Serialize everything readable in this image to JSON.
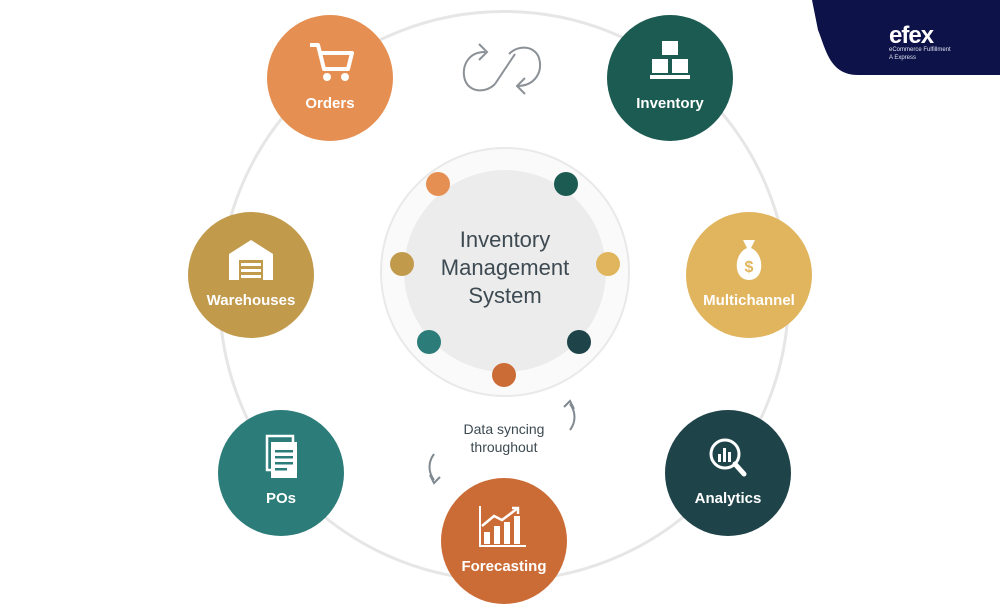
{
  "center": {
    "lines": [
      "Inventory",
      "Management",
      "System"
    ]
  },
  "sync_label": [
    "Data syncing",
    "throughout"
  ],
  "nodes": [
    {
      "label": "Orders",
      "icon": "shopping-cart-icon",
      "color": "#E68F52"
    },
    {
      "label": "Inventory",
      "icon": "boxes-icon",
      "color": "#1B5B51"
    },
    {
      "label": "Multichannel",
      "icon": "money-bag-icon",
      "color": "#E0B55E"
    },
    {
      "label": "Analytics",
      "icon": "magnifier-chart-icon",
      "color": "#1E4349"
    },
    {
      "label": "Forecasting",
      "icon": "growth-chart-icon",
      "color": "#CB6B35"
    },
    {
      "label": "POs",
      "icon": "documents-icon",
      "color": "#2C7C79"
    },
    {
      "label": "Warehouses",
      "icon": "warehouse-icon",
      "color": "#C19A4C"
    }
  ],
  "dots": [
    "#E68F52",
    "#1B5B51",
    "#E0B55E",
    "#1E4349",
    "#CB6B35",
    "#2C7C79",
    "#C19A4C"
  ],
  "logo": {
    "brand": "efex",
    "tagline_1": "eCommerce Fulfillment",
    "tagline_2": "A Express",
    "colors": {
      "bg": "#0d1248",
      "accent": "#E53A2E"
    }
  }
}
